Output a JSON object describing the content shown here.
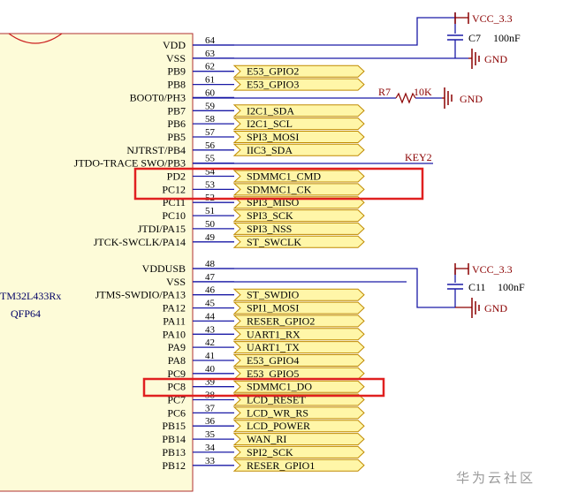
{
  "chip": {
    "name": "TM32L433Rx",
    "package": "QFP64"
  },
  "pins": [
    {
      "name": "VDD",
      "num": "64",
      "net": ""
    },
    {
      "name": "VSS",
      "num": "63",
      "net": ""
    },
    {
      "name": "PB9",
      "num": "62",
      "net": "E53_GPIO2"
    },
    {
      "name": "PB8",
      "num": "61",
      "net": "E53_GPIO3"
    },
    {
      "name": "BOOT0/PH3",
      "num": "60",
      "net": ""
    },
    {
      "name": "PB7",
      "num": "59",
      "net": "I2C1_SDA"
    },
    {
      "name": "PB6",
      "num": "58",
      "net": "I2C1_SCL"
    },
    {
      "name": "PB5",
      "num": "57",
      "net": "SPI3_MOSI"
    },
    {
      "name": "NJTRST/PB4",
      "num": "56",
      "net": "IIC3_SDA"
    },
    {
      "name": "JTDO-TRACE SWO/PB3",
      "num": "55",
      "net": ""
    },
    {
      "name": "PD2",
      "num": "54",
      "net": "SDMMC1_CMD"
    },
    {
      "name": "PC12",
      "num": "53",
      "net": "SDMMC1_CK"
    },
    {
      "name": "PC11",
      "num": "52",
      "net": "SPI3_MISO"
    },
    {
      "name": "PC10",
      "num": "51",
      "net": "SPI3_SCK"
    },
    {
      "name": "JTDI/PA15",
      "num": "50",
      "net": "SPI3_NSS"
    },
    {
      "name": "JTCK-SWCLK/PA14",
      "num": "49",
      "net": "ST_SWCLK"
    },
    {
      "name": "VDDUSB",
      "num": "48",
      "net": ""
    },
    {
      "name": "VSS",
      "num": "47",
      "net": ""
    },
    {
      "name": "JTMS-SWDIO/PA13",
      "num": "46",
      "net": "ST_SWDIO"
    },
    {
      "name": "PA12",
      "num": "45",
      "net": "SPI1_MOSI"
    },
    {
      "name": "PA11",
      "num": "44",
      "net": "RESER_GPIO2"
    },
    {
      "name": "PA10",
      "num": "43",
      "net": "UART1_RX"
    },
    {
      "name": "PA9",
      "num": "42",
      "net": "UART1_TX"
    },
    {
      "name": "PA8",
      "num": "41",
      "net": "E53_GPIO4"
    },
    {
      "name": "PC9",
      "num": "40",
      "net": "E53_GPIO5"
    },
    {
      "name": "PC8",
      "num": "39",
      "net": "SDMMC1_DO"
    },
    {
      "name": "PC7",
      "num": "38",
      "net": "LCD_RESET"
    },
    {
      "name": "PC6",
      "num": "37",
      "net": "LCD_WR_RS"
    },
    {
      "name": "PB15",
      "num": "36",
      "net": "LCD_POWER"
    },
    {
      "name": "PB14",
      "num": "35",
      "net": "WAN_RI"
    },
    {
      "name": "PB13",
      "num": "34",
      "net": "SPI2_SCK"
    },
    {
      "name": "PB12",
      "num": "33",
      "net": "RESER_GPIO1"
    }
  ],
  "power": {
    "vcc1": "VCC_3.3",
    "cap1": "C7",
    "cap1_val": "100nF",
    "gnd1": "GND",
    "vcc2": "VCC_3.3",
    "cap2": "C11",
    "cap2_val": "100nF",
    "gnd2": "GND"
  },
  "boot": {
    "resistor": "R7",
    "value": "10K",
    "gnd": "GND"
  },
  "key_label": "KEY2",
  "watermark": "华为云社区",
  "colors": {
    "wire": "#1a1aa6",
    "highlight": "#e02020",
    "chip_fill": "#fdfbd8",
    "chip_border": "#b03030",
    "net_fill": "#fff6a8",
    "net_border": "#c08a00",
    "power_red": "#8b0000"
  }
}
